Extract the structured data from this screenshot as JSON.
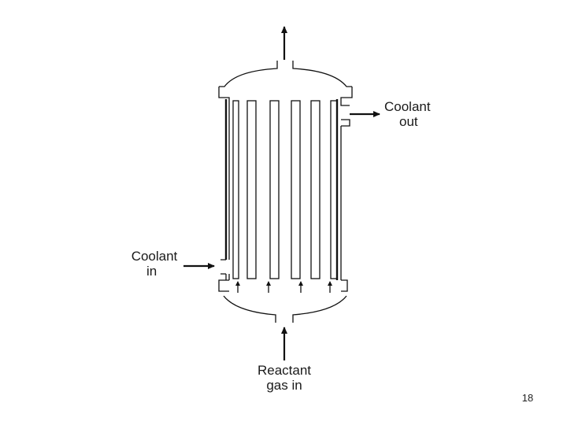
{
  "diagram": {
    "labels": {
      "coolant_out": [
        "Coolant",
        "out"
      ],
      "coolant_in": [
        "Coolant",
        "in"
      ],
      "reactant_gas_in": [
        "Reactant",
        "gas in"
      ]
    }
  },
  "footer": {
    "page_number": "18"
  }
}
